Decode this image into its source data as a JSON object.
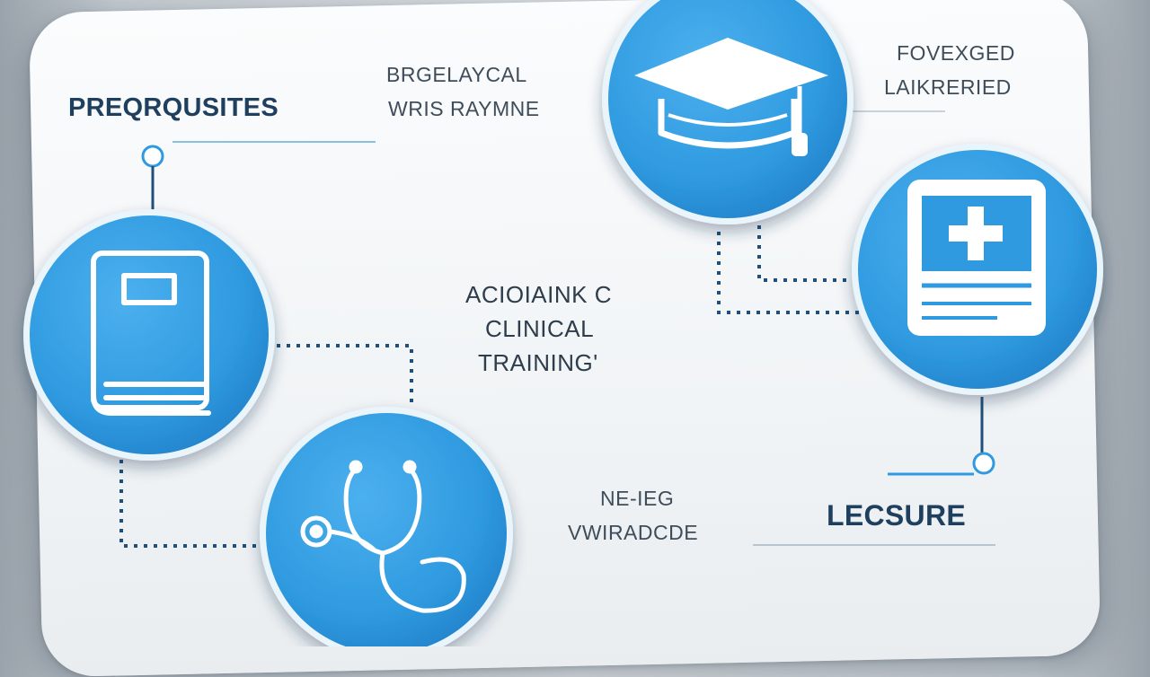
{
  "labels": {
    "prerequisites": "PREQRQUSITES",
    "top_line1": "BRGELAYCAL",
    "top_line2": "WRIS RAYMNE",
    "center_line1": "ACIOIAINK C",
    "center_line2": "CLINICAL",
    "center_line3": "TRAINING'",
    "bottom_line1": "NE-IEG",
    "bottom_line2": "VWIRADCDE",
    "right_top_line1": "FOVEXGED",
    "right_top_line2": "LAIKRERIED",
    "licensure": "LECSURE"
  },
  "icons": [
    "book-icon",
    "stethoscope-icon",
    "graduation-cap-icon",
    "medical-certificate-icon"
  ],
  "colors": {
    "accent": "#2f9ae0",
    "accent_dark": "#1d6fb8",
    "heading": "#1f3f5e",
    "connector": "#1f4f7a"
  }
}
